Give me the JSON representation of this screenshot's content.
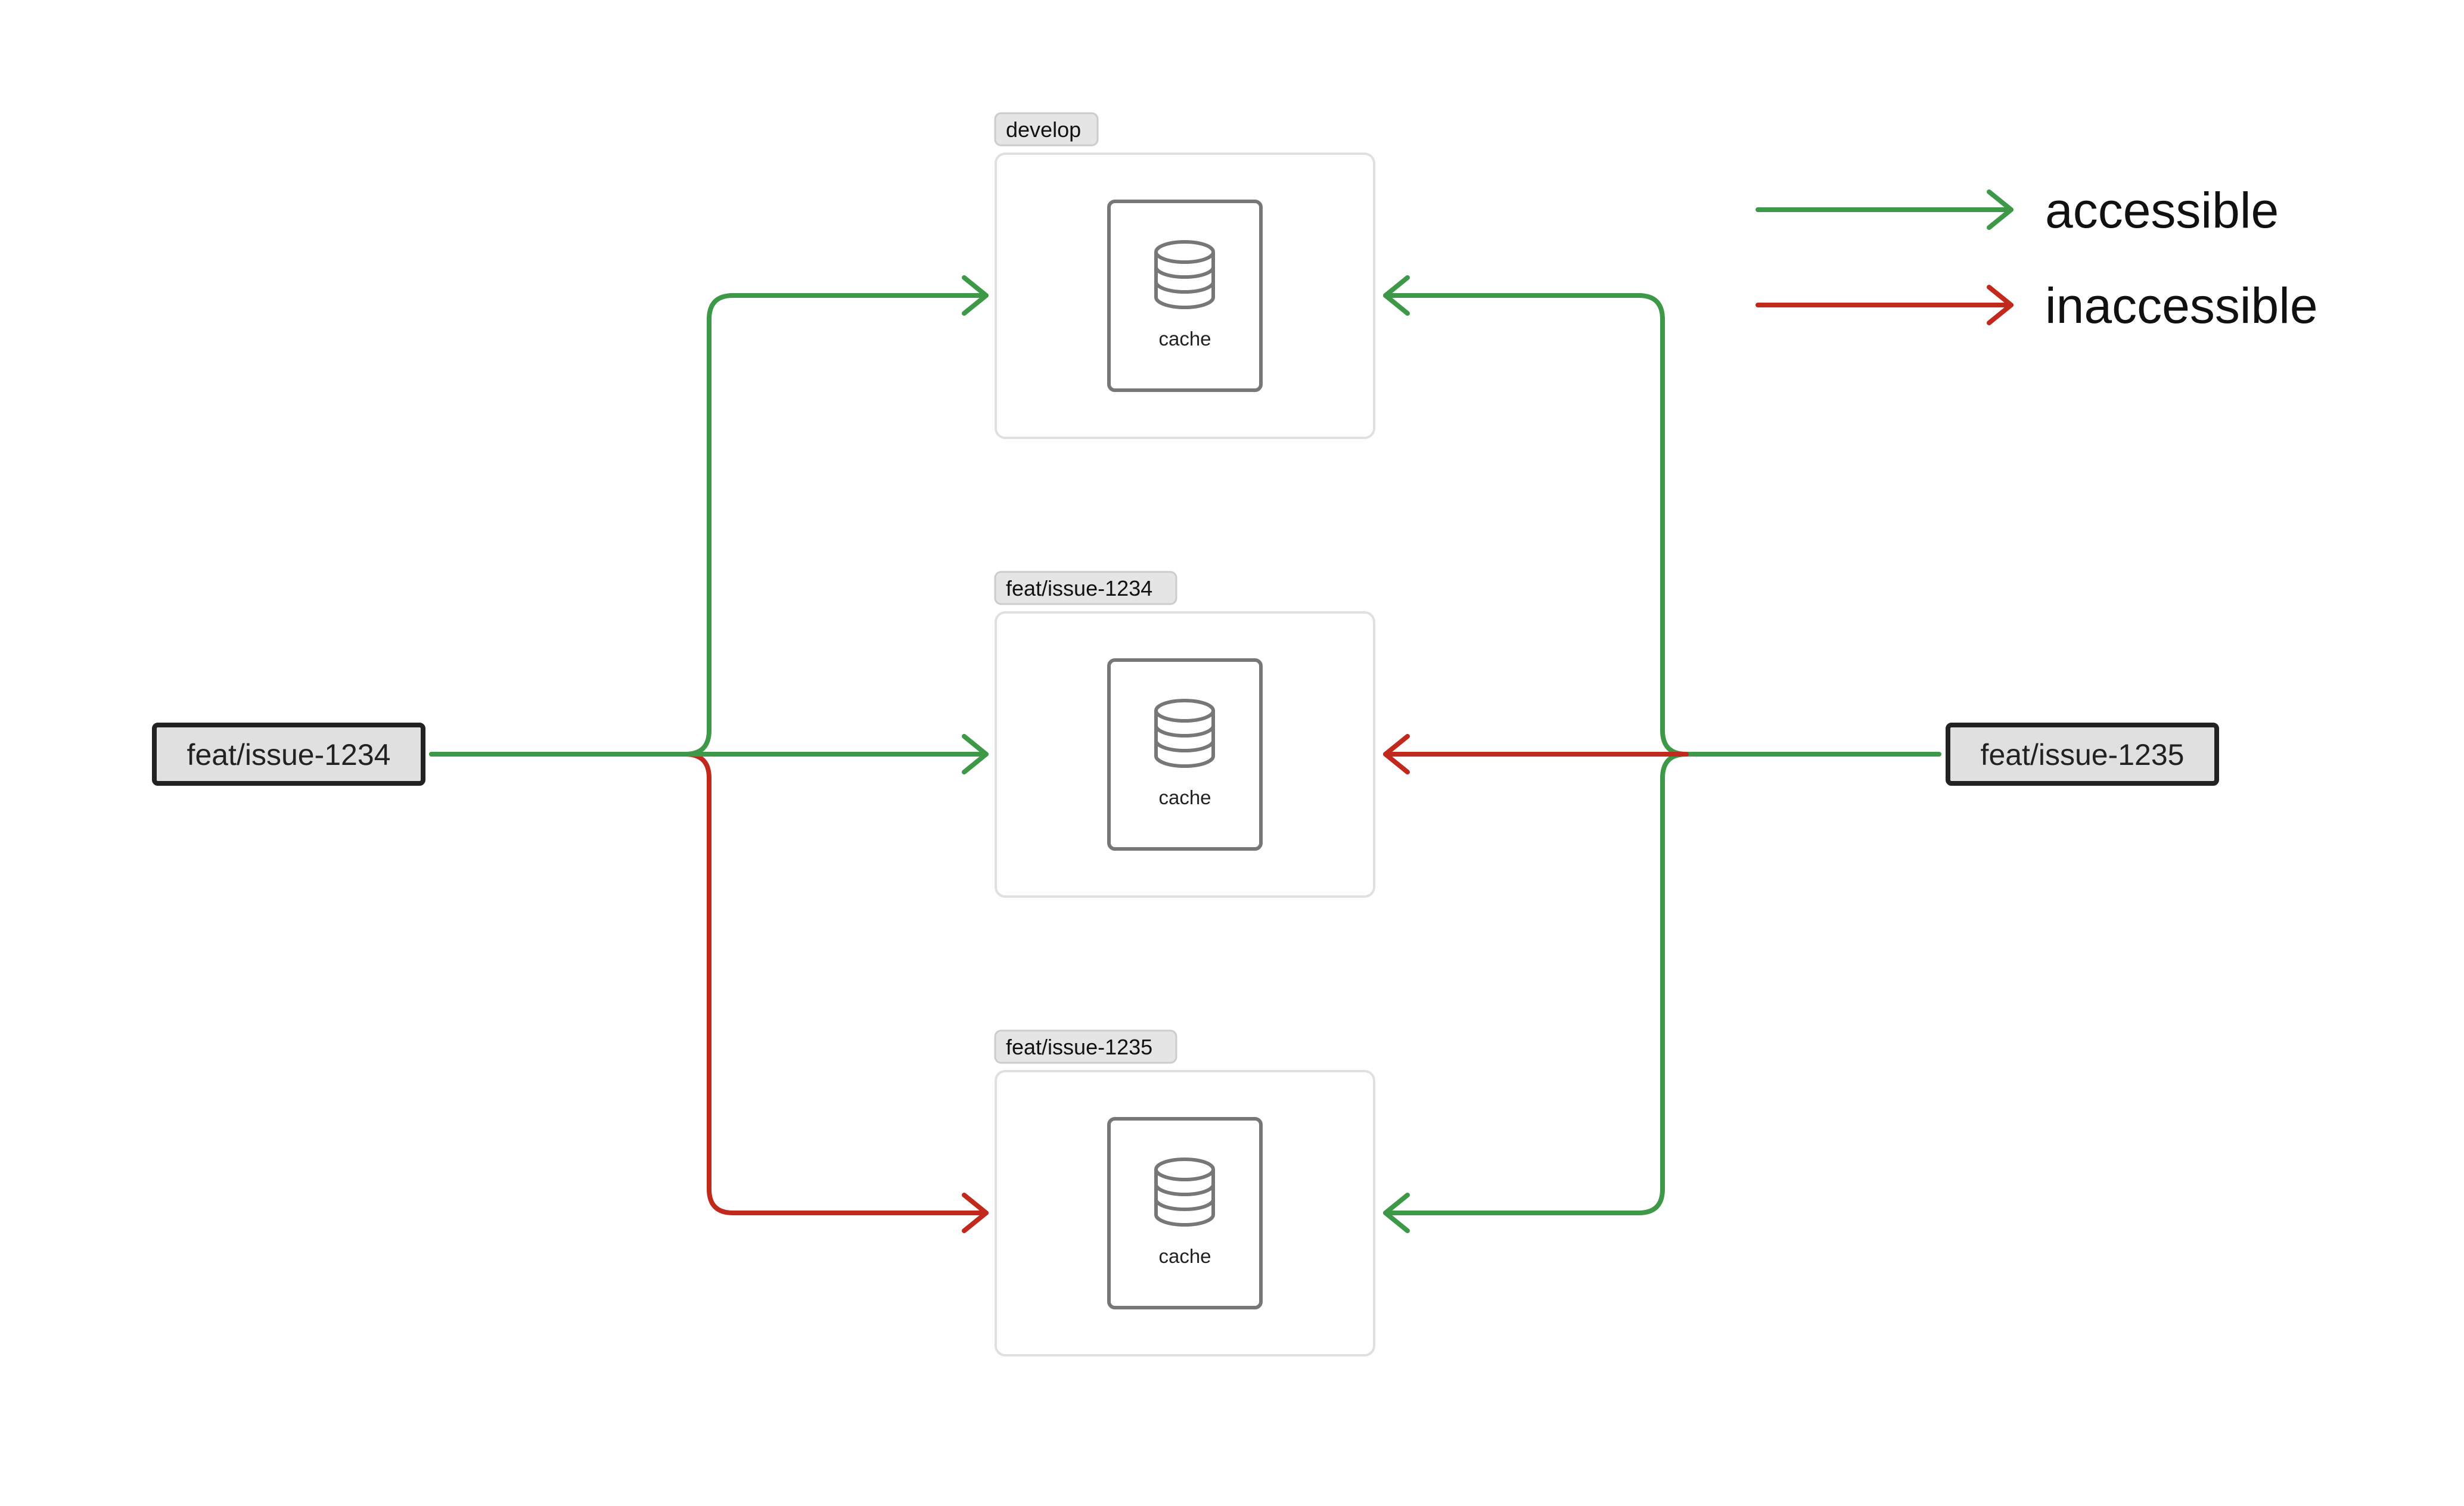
{
  "colors": {
    "accessible": "#3d9947",
    "inaccessible": "#c0291c"
  },
  "legend": {
    "accessible_label": "accessible",
    "inaccessible_label": "inaccessible"
  },
  "branches": {
    "left": "feat/issue-1234",
    "right": "feat/issue-1235"
  },
  "caches": [
    {
      "tag": "develop",
      "label": "cache",
      "icon": "database-icon"
    },
    {
      "tag": "feat/issue-1234",
      "label": "cache",
      "icon": "database-icon"
    },
    {
      "tag": "feat/issue-1235",
      "label": "cache",
      "icon": "database-icon"
    }
  ],
  "access": {
    "left_to_develop": "accessible",
    "left_to_issue_1234": "accessible",
    "left_to_issue_1235": "inaccessible",
    "right_to_develop": "accessible",
    "right_to_issue_1234": "inaccessible",
    "right_to_issue_1235": "accessible"
  }
}
